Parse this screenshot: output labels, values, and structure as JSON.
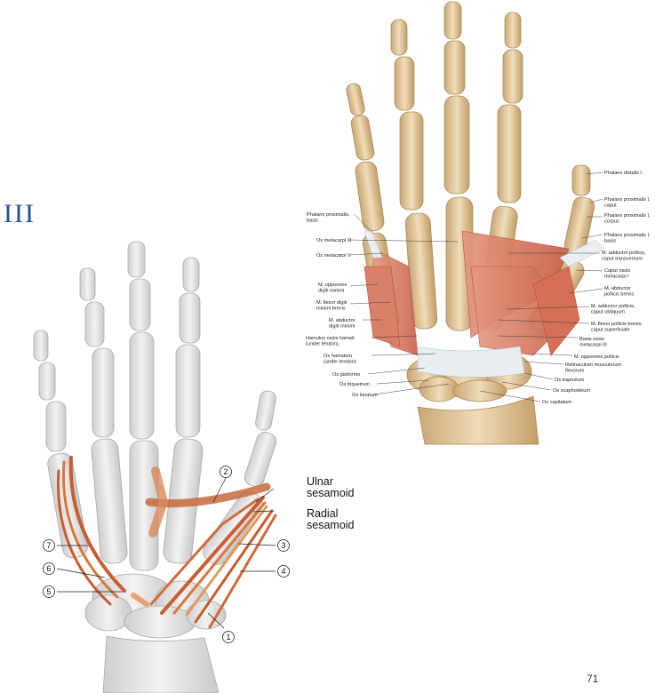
{
  "section_numeral": "III",
  "page_number": "71",
  "colors": {
    "accent_blue": "#1e4f8f",
    "bone": "#e6cda0",
    "muscle": "#d97f66",
    "tendon_orange": "#cf6a36",
    "grey_bone": "#e0e0e0"
  },
  "left_figure": {
    "callouts": {
      "ulnar": "Ulnar\nsesamoid",
      "radial": "Radial\nsesamoid"
    },
    "numbers": [
      "1",
      "2",
      "3",
      "4",
      "5",
      "6",
      "7"
    ]
  },
  "right_figure": {
    "labels_left": [
      "Phalanx proximalis,\nbasis",
      "Os metacarpi III",
      "Os metacarpi V",
      "M. opponens\ndigiti minimi",
      "M. flexor digiti\nminimi brevis",
      "M. abductor\ndigiti minimi",
      "Hamulus ossis hamati\n(under tendon)",
      "Os hamatum\n(under tendon)",
      "Os pisiforme",
      "Os triquetrum",
      "Os lunatum"
    ],
    "labels_right": [
      "Phalanx distalis I",
      "Phalanx proximalis I,\ncaput",
      "Phalanx proximalis I,\ncorpus",
      "Phalanx proximalis I,\nbasis",
      "M. adductor pollicis,\ncaput transversum",
      "Caput ossis\nmetacarpi I",
      "M. abductor\npollicis brevis",
      "M. adductor pollicis,\ncaput obliquum",
      "M. flexor pollicis brevis,\ncaput superficiale",
      "Basis ossis\nmetacarpi III",
      "M. opponens pollicis",
      "Retinaculum musculorum\nflexorum",
      "Os trapezium",
      "Os scaphoideum",
      "Os capitatum"
    ]
  }
}
